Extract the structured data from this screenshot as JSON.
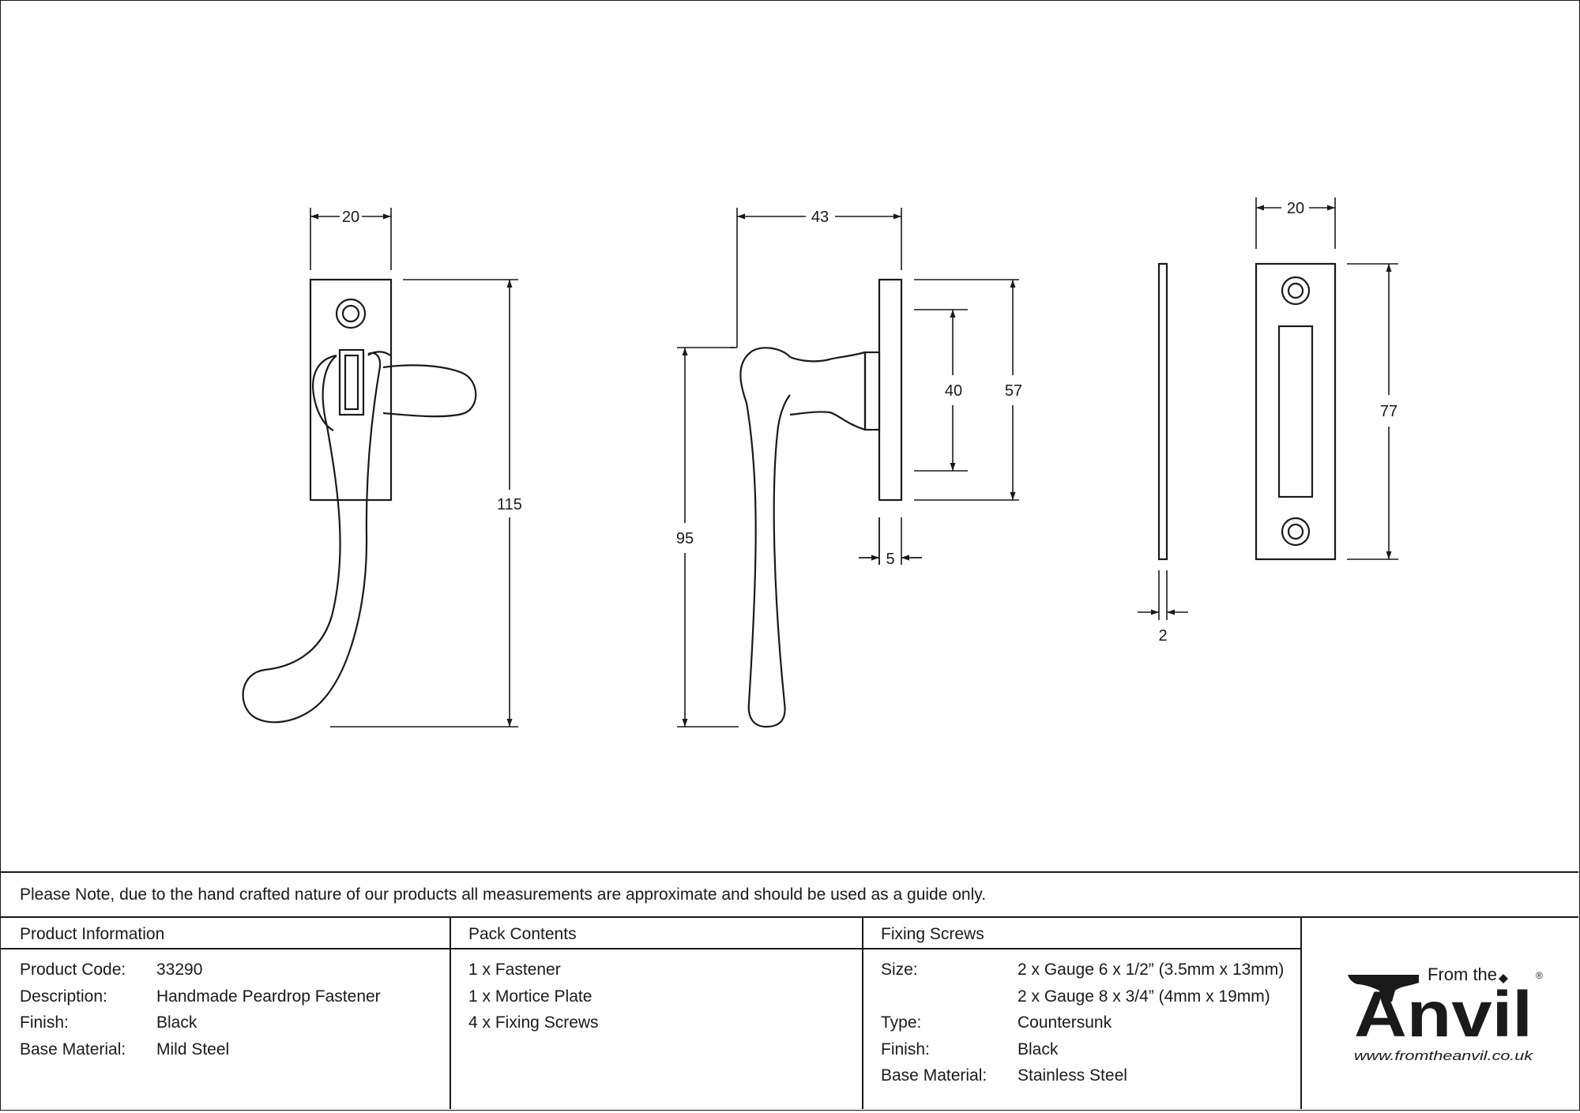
{
  "drawing": {
    "dimensions": {
      "front_width": "20",
      "front_height": "115",
      "side_depth": "43",
      "side_height": "95",
      "side_plate_inner": "40",
      "side_plate_outer": "57",
      "side_plate_thickness": "5",
      "plate_thickness": "2",
      "plate_width": "20",
      "plate_height": "77"
    }
  },
  "note": "Please Note, due to the hand crafted nature of our products all measurements are approximate and should be used as a guide only.",
  "product_info": {
    "heading": "Product Information",
    "rows": [
      {
        "label": "Product Code:",
        "value": "33290"
      },
      {
        "label": "Description:",
        "value": "Handmade Peardrop Fastener"
      },
      {
        "label": "Finish:",
        "value": "Black"
      },
      {
        "label": "Base Material:",
        "value": "Mild Steel"
      }
    ]
  },
  "pack_contents": {
    "heading": "Pack Contents",
    "items": [
      "1 x Fastener",
      "1 x Mortice Plate",
      "4 x Fixing Screws"
    ]
  },
  "fixing_screws": {
    "heading": "Fixing Screws",
    "rows": [
      {
        "label": "Size:",
        "value": "2 x Gauge 6 x 1/2” (3.5mm x 13mm)"
      },
      {
        "label": "",
        "value": "2 x Gauge 8 x 3/4” (4mm x 19mm)"
      },
      {
        "label": "Type:",
        "value": "Countersunk"
      },
      {
        "label": "Finish:",
        "value": "Black"
      },
      {
        "label": "Base Material:",
        "value": "Stainless Steel"
      }
    ]
  },
  "logo": {
    "from_the": "From the",
    "brand": "Anvil",
    "registered": "®",
    "url": "www.fromtheanvil.co.uk"
  }
}
